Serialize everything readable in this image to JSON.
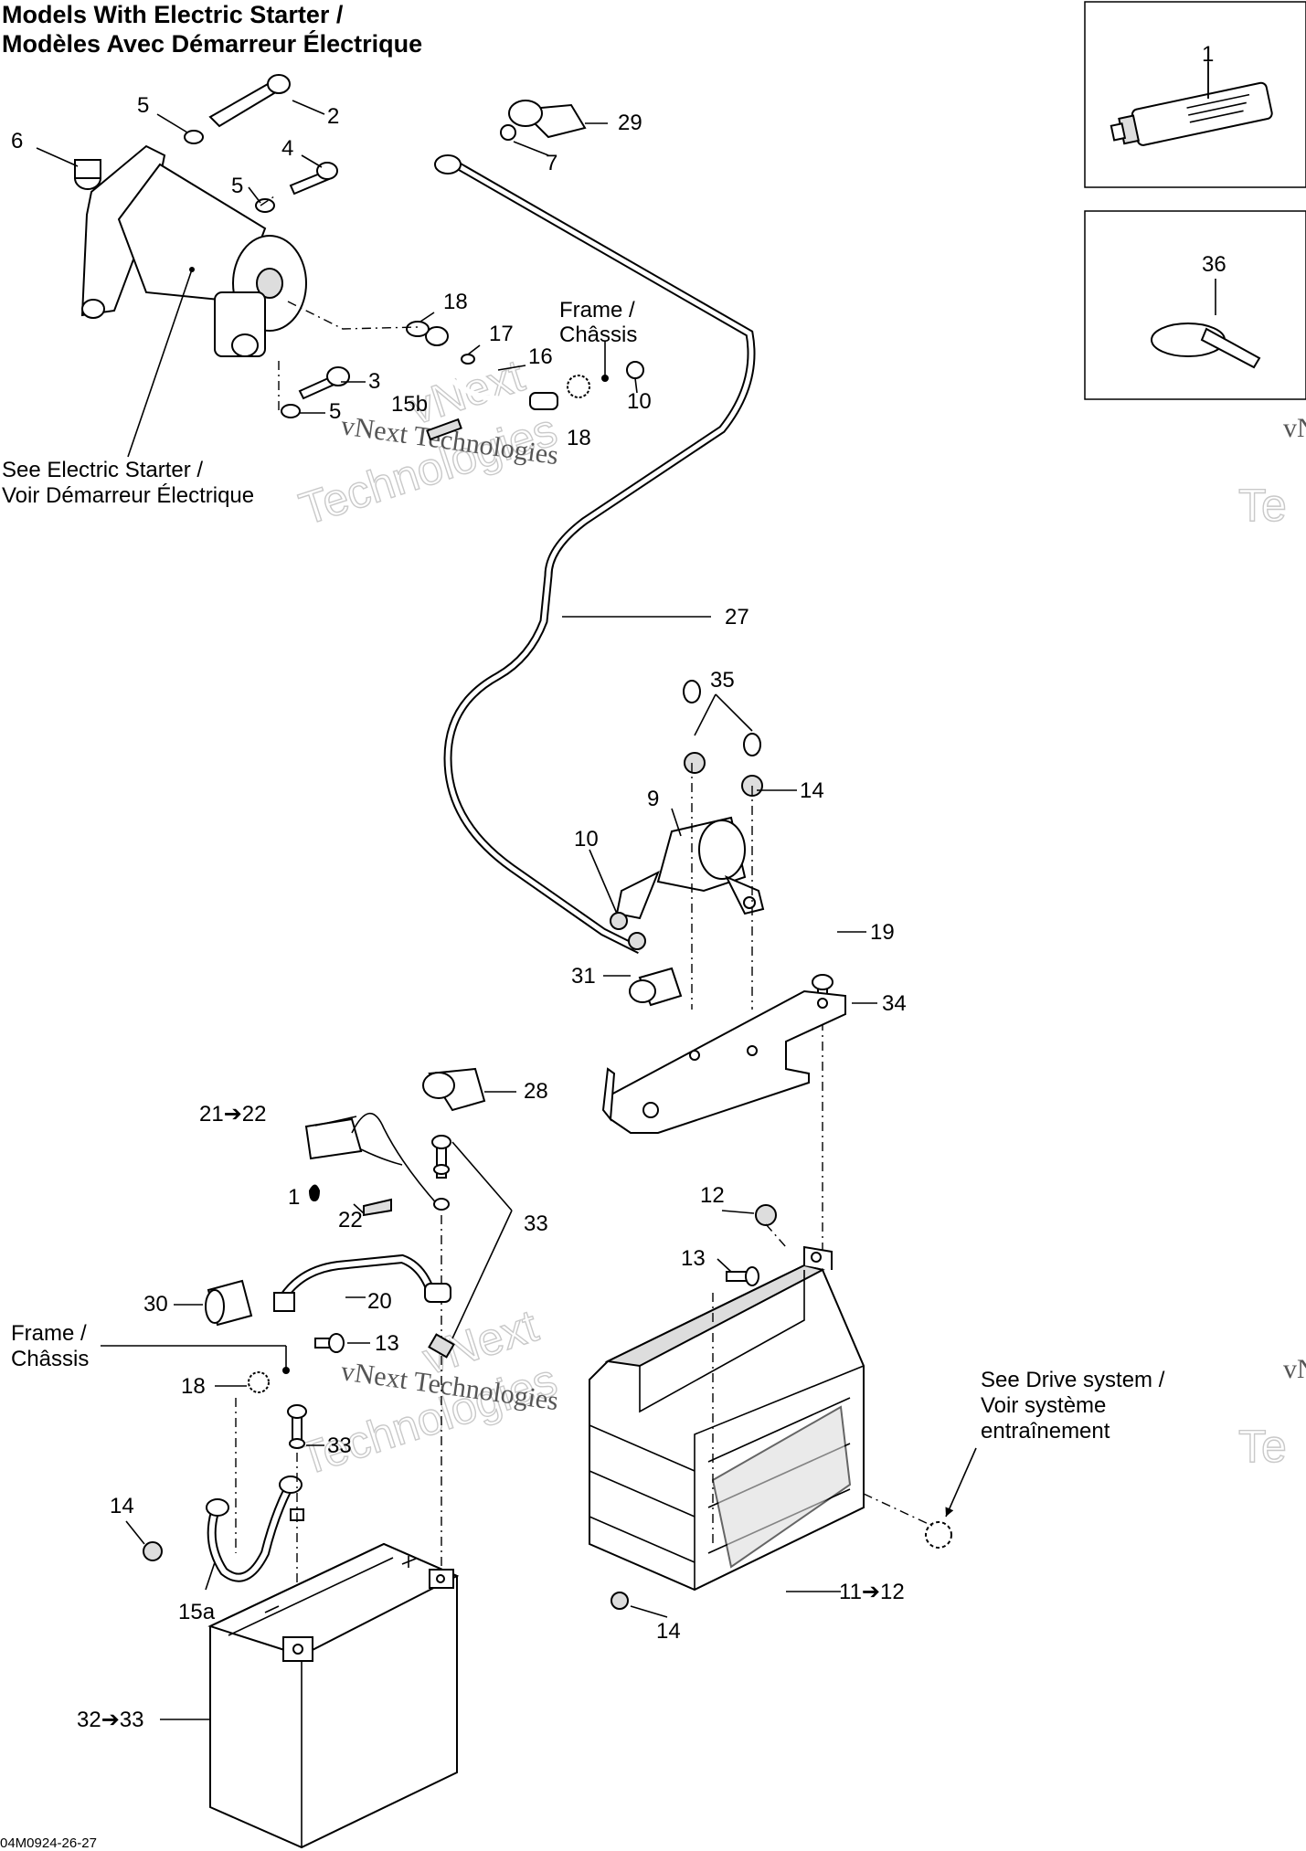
{
  "title": {
    "line1": "Models With Electric Starter /",
    "line2": "Modèles Avec Démarreur Électrique"
  },
  "notes": {
    "see_electric_starter_1": "See Electric Starter /",
    "see_electric_starter_2": "Voir Démarreur Électrique",
    "frame_top_1": "Frame /",
    "frame_top_2": "Châssis",
    "frame_bottom_1": "Frame /",
    "frame_bottom_2": "Châssis",
    "see_drive_1": "See Drive system /",
    "see_drive_2": "Voir système",
    "see_drive_3": "entraînement"
  },
  "callouts": {
    "c1": "1",
    "c2": "2",
    "c3": "3",
    "c4": "4",
    "c5a": "5",
    "c5b": "5",
    "c5c": "5",
    "c6": "6",
    "c7": "7",
    "c9": "9",
    "c10a": "10",
    "c10b": "10",
    "c11": "11➔12",
    "c12": "12",
    "c13a": "13",
    "c13b": "13",
    "c14a": "14",
    "c14b": "14",
    "c14c": "14",
    "c15a": "15a",
    "c15b": "15b",
    "c16": "16",
    "c17": "17",
    "c18a": "18",
    "c18b": "18",
    "c18c": "18",
    "c19": "19",
    "c20": "20",
    "c21": "21➔22",
    "c22": "22",
    "c1drop": "1",
    "c27": "27",
    "c28": "28",
    "c29": "29",
    "c30": "30",
    "c31": "31",
    "c32": "32➔33",
    "c33a": "33",
    "c33b": "33",
    "c34": "34",
    "c35": "35",
    "c36": "36"
  },
  "watermarks": {
    "w1": "vNext",
    "w2": "Technologies",
    "w3": "vNext Technologies",
    "w4": "vNext",
    "w5": "Technologies",
    "w6": "vNext Technologies",
    "edge1": "vN",
    "edge2": "Te",
    "edge3": "vN",
    "edge4": "Te"
  },
  "drawing_code": "04M0924-26-27"
}
